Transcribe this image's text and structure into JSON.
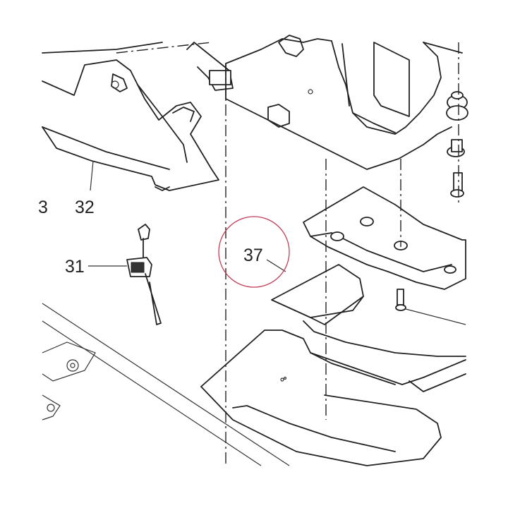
{
  "diagram": {
    "callouts": [
      {
        "id": "c32",
        "label": "32"
      },
      {
        "id": "c31",
        "label": "31"
      },
      {
        "id": "c37",
        "label": "37"
      },
      {
        "id": "c33",
        "label": "3"
      }
    ],
    "highlight_color": "#c0405a",
    "line_color": "#222222"
  }
}
